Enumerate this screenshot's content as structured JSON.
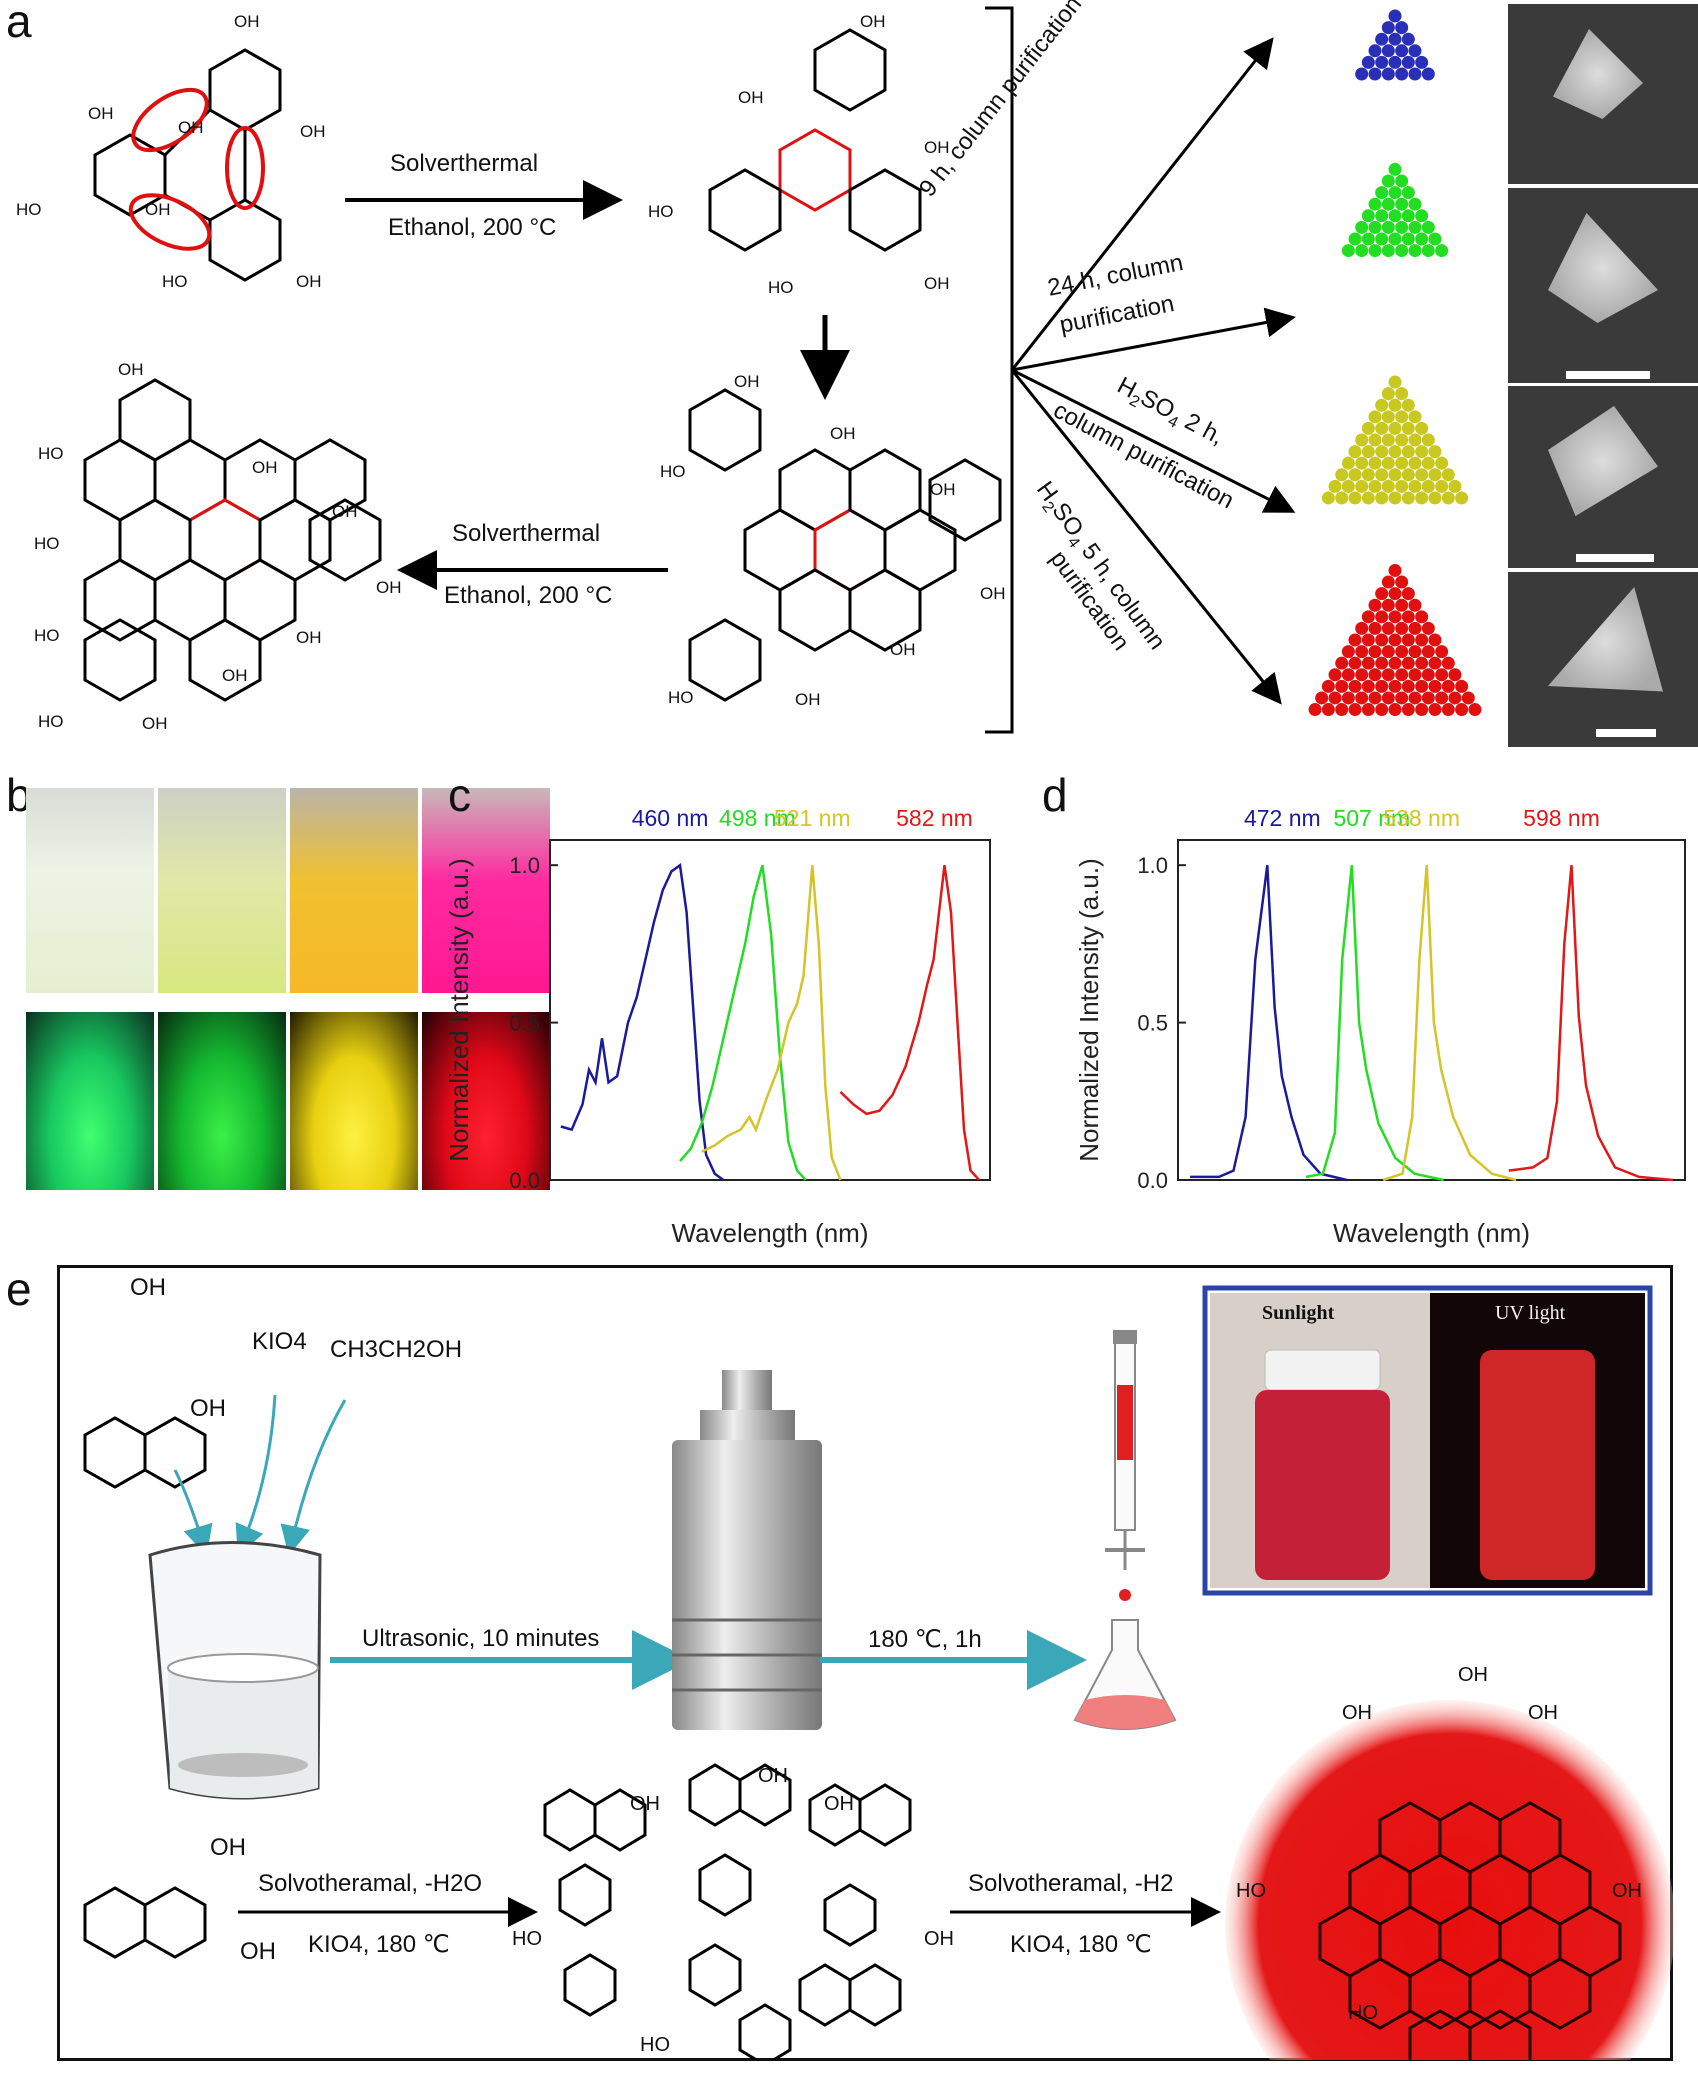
{
  "panels": {
    "a": {
      "letter": "a",
      "step1_top": "Solverthermal",
      "step1_bottom": "Ethanol, 200 °C",
      "step2_top": "Solverthermal",
      "step2_bottom": "Ethanol, 200 °C",
      "oh": "OH",
      "ho": "HO",
      "branches": [
        {
          "label": "9 h, column purification",
          "color": "#2a2fb8"
        },
        {
          "label": "24 h, column purification",
          "color": "#22dd22"
        },
        {
          "label": "H2SO4 2 h, column purification",
          "color": "#c8c820"
        },
        {
          "label": "H2SO4 5 h, column purification",
          "color": "#e01010"
        }
      ],
      "branch_text": {
        "b1": "9 h, column purification",
        "b2_l1": "24 h, column",
        "b2_l2": "purification",
        "b3_l1": "H",
        "b3_sub": "2",
        "b3_l1b": "SO",
        "b3_sub2": "4",
        "b3_l1c": " 2 h,",
        "b3_l2": "column purification",
        "b4_l1": "H",
        "b4_sub": "2",
        "b4_l1b": "SO",
        "b4_sub2": "4",
        "b4_l1c": " 5 h, column",
        "b4_l2": "purification"
      }
    },
    "b": {
      "letter": "b"
    },
    "c": {
      "letter": "c"
    },
    "d": {
      "letter": "d"
    },
    "e": {
      "letter": "e",
      "kio4": "KIO4",
      "ethanol": "CH3CH2OH",
      "step_ultra": "Ultrasonic, 10 minutes",
      "step_heat": "180 ℃,  1h",
      "sunlight": "Sunlight",
      "uv": "UV light",
      "rxn1_top": "Solvotheramal, -H2O",
      "rxn1_bottom": "KIO4, 180 ℃",
      "rxn2_top": "Solvotheramal, -H2",
      "rxn2_bottom": "KIO4, 180 ℃",
      "oh": "OH",
      "ho": "HO"
    }
  },
  "chart_data": [
    {
      "type": "line",
      "panel": "c",
      "xlabel": "Wavelength (nm)",
      "ylabel": "Normalized Intensity (a.u.)",
      "ylim": [
        0,
        1.08
      ],
      "yticks": [
        "0.0",
        "0.5",
        "1.0"
      ],
      "series": [
        {
          "name": "460 nm",
          "color": "#1a1a9a",
          "peak": 460,
          "points": [
            [
              405,
              0.17
            ],
            [
              410,
              0.16
            ],
            [
              415,
              0.24
            ],
            [
              418,
              0.35
            ],
            [
              421,
              0.31
            ],
            [
              424,
              0.45
            ],
            [
              427,
              0.31
            ],
            [
              431,
              0.33
            ],
            [
              436,
              0.5
            ],
            [
              440,
              0.58
            ],
            [
              444,
              0.7
            ],
            [
              448,
              0.82
            ],
            [
              452,
              0.92
            ],
            [
              456,
              0.98
            ],
            [
              460,
              1.0
            ],
            [
              463,
              0.85
            ],
            [
              466,
              0.55
            ],
            [
              469,
              0.25
            ],
            [
              472,
              0.08
            ],
            [
              476,
              0.02
            ],
            [
              480,
              0.0
            ]
          ]
        },
        {
          "name": "498 nm",
          "color": "#22dd22",
          "peak": 498,
          "points": [
            [
              460,
              0.06
            ],
            [
              465,
              0.1
            ],
            [
              470,
              0.18
            ],
            [
              475,
              0.3
            ],
            [
              480,
              0.45
            ],
            [
              485,
              0.6
            ],
            [
              490,
              0.75
            ],
            [
              494,
              0.9
            ],
            [
              498,
              1.0
            ],
            [
              502,
              0.78
            ],
            [
              506,
              0.4
            ],
            [
              510,
              0.12
            ],
            [
              514,
              0.03
            ],
            [
              518,
              0.0
            ]
          ]
        },
        {
          "name": "521 nm",
          "color": "#d4c428",
          "peak": 521,
          "points": [
            [
              470,
              0.09
            ],
            [
              476,
              0.11
            ],
            [
              482,
              0.14
            ],
            [
              488,
              0.16
            ],
            [
              492,
              0.2
            ],
            [
              495,
              0.16
            ],
            [
              500,
              0.26
            ],
            [
              505,
              0.35
            ],
            [
              510,
              0.5
            ],
            [
              514,
              0.56
            ],
            [
              517,
              0.65
            ],
            [
              521,
              1.0
            ],
            [
              524,
              0.75
            ],
            [
              527,
              0.3
            ],
            [
              530,
              0.07
            ],
            [
              534,
              0.0
            ]
          ]
        },
        {
          "name": "582 nm",
          "color": "#e01818",
          "peak": 582,
          "points": [
            [
              534,
              0.28
            ],
            [
              540,
              0.24
            ],
            [
              546,
              0.21
            ],
            [
              552,
              0.22
            ],
            [
              558,
              0.27
            ],
            [
              564,
              0.36
            ],
            [
              570,
              0.5
            ],
            [
              574,
              0.62
            ],
            [
              577,
              0.7
            ],
            [
              580,
              0.88
            ],
            [
              582,
              1.0
            ],
            [
              585,
              0.85
            ],
            [
              588,
              0.5
            ],
            [
              591,
              0.16
            ],
            [
              594,
              0.03
            ],
            [
              598,
              0.0
            ]
          ]
        }
      ]
    },
    {
      "type": "line",
      "panel": "d",
      "xlabel": "Wavelength (nm)",
      "ylabel": "Normalized Intensity (a.u.)",
      "ylim": [
        0,
        1.08
      ],
      "yticks": [
        "0.0",
        "0.5",
        "1.0"
      ],
      "series": [
        {
          "name": "472 nm",
          "color": "#1a1a9a",
          "peak": 472,
          "points": [
            [
              440,
              0.01
            ],
            [
              452,
              0.01
            ],
            [
              458,
              0.03
            ],
            [
              463,
              0.2
            ],
            [
              467,
              0.7
            ],
            [
              472,
              1.0
            ],
            [
              475,
              0.55
            ],
            [
              478,
              0.33
            ],
            [
              482,
              0.2
            ],
            [
              487,
              0.08
            ],
            [
              494,
              0.02
            ],
            [
              505,
              0.0
            ]
          ]
        },
        {
          "name": "507 nm",
          "color": "#22dd22",
          "peak": 507,
          "points": [
            [
              488,
              0.01
            ],
            [
              495,
              0.02
            ],
            [
              500,
              0.15
            ],
            [
              503,
              0.7
            ],
            [
              507,
              1.0
            ],
            [
              510,
              0.5
            ],
            [
              513,
              0.35
            ],
            [
              518,
              0.18
            ],
            [
              525,
              0.07
            ],
            [
              533,
              0.02
            ],
            [
              545,
              0.0
            ]
          ]
        },
        {
          "name": "538 nm",
          "color": "#d4c428",
          "peak": 538,
          "points": [
            [
              520,
              0.0
            ],
            [
              528,
              0.02
            ],
            [
              532,
              0.2
            ],
            [
              535,
              0.7
            ],
            [
              538,
              1.0
            ],
            [
              541,
              0.5
            ],
            [
              544,
              0.35
            ],
            [
              549,
              0.2
            ],
            [
              556,
              0.08
            ],
            [
              565,
              0.02
            ],
            [
              575,
              0.0
            ]
          ]
        },
        {
          "name": "598 nm",
          "color": "#e01818",
          "peak": 598,
          "points": [
            [
              572,
              0.03
            ],
            [
              582,
              0.04
            ],
            [
              588,
              0.07
            ],
            [
              592,
              0.25
            ],
            [
              595,
              0.75
            ],
            [
              598,
              1.0
            ],
            [
              601,
              0.52
            ],
            [
              604,
              0.3
            ],
            [
              609,
              0.14
            ],
            [
              616,
              0.04
            ],
            [
              626,
              0.01
            ],
            [
              640,
              0.0
            ]
          ]
        }
      ]
    }
  ]
}
